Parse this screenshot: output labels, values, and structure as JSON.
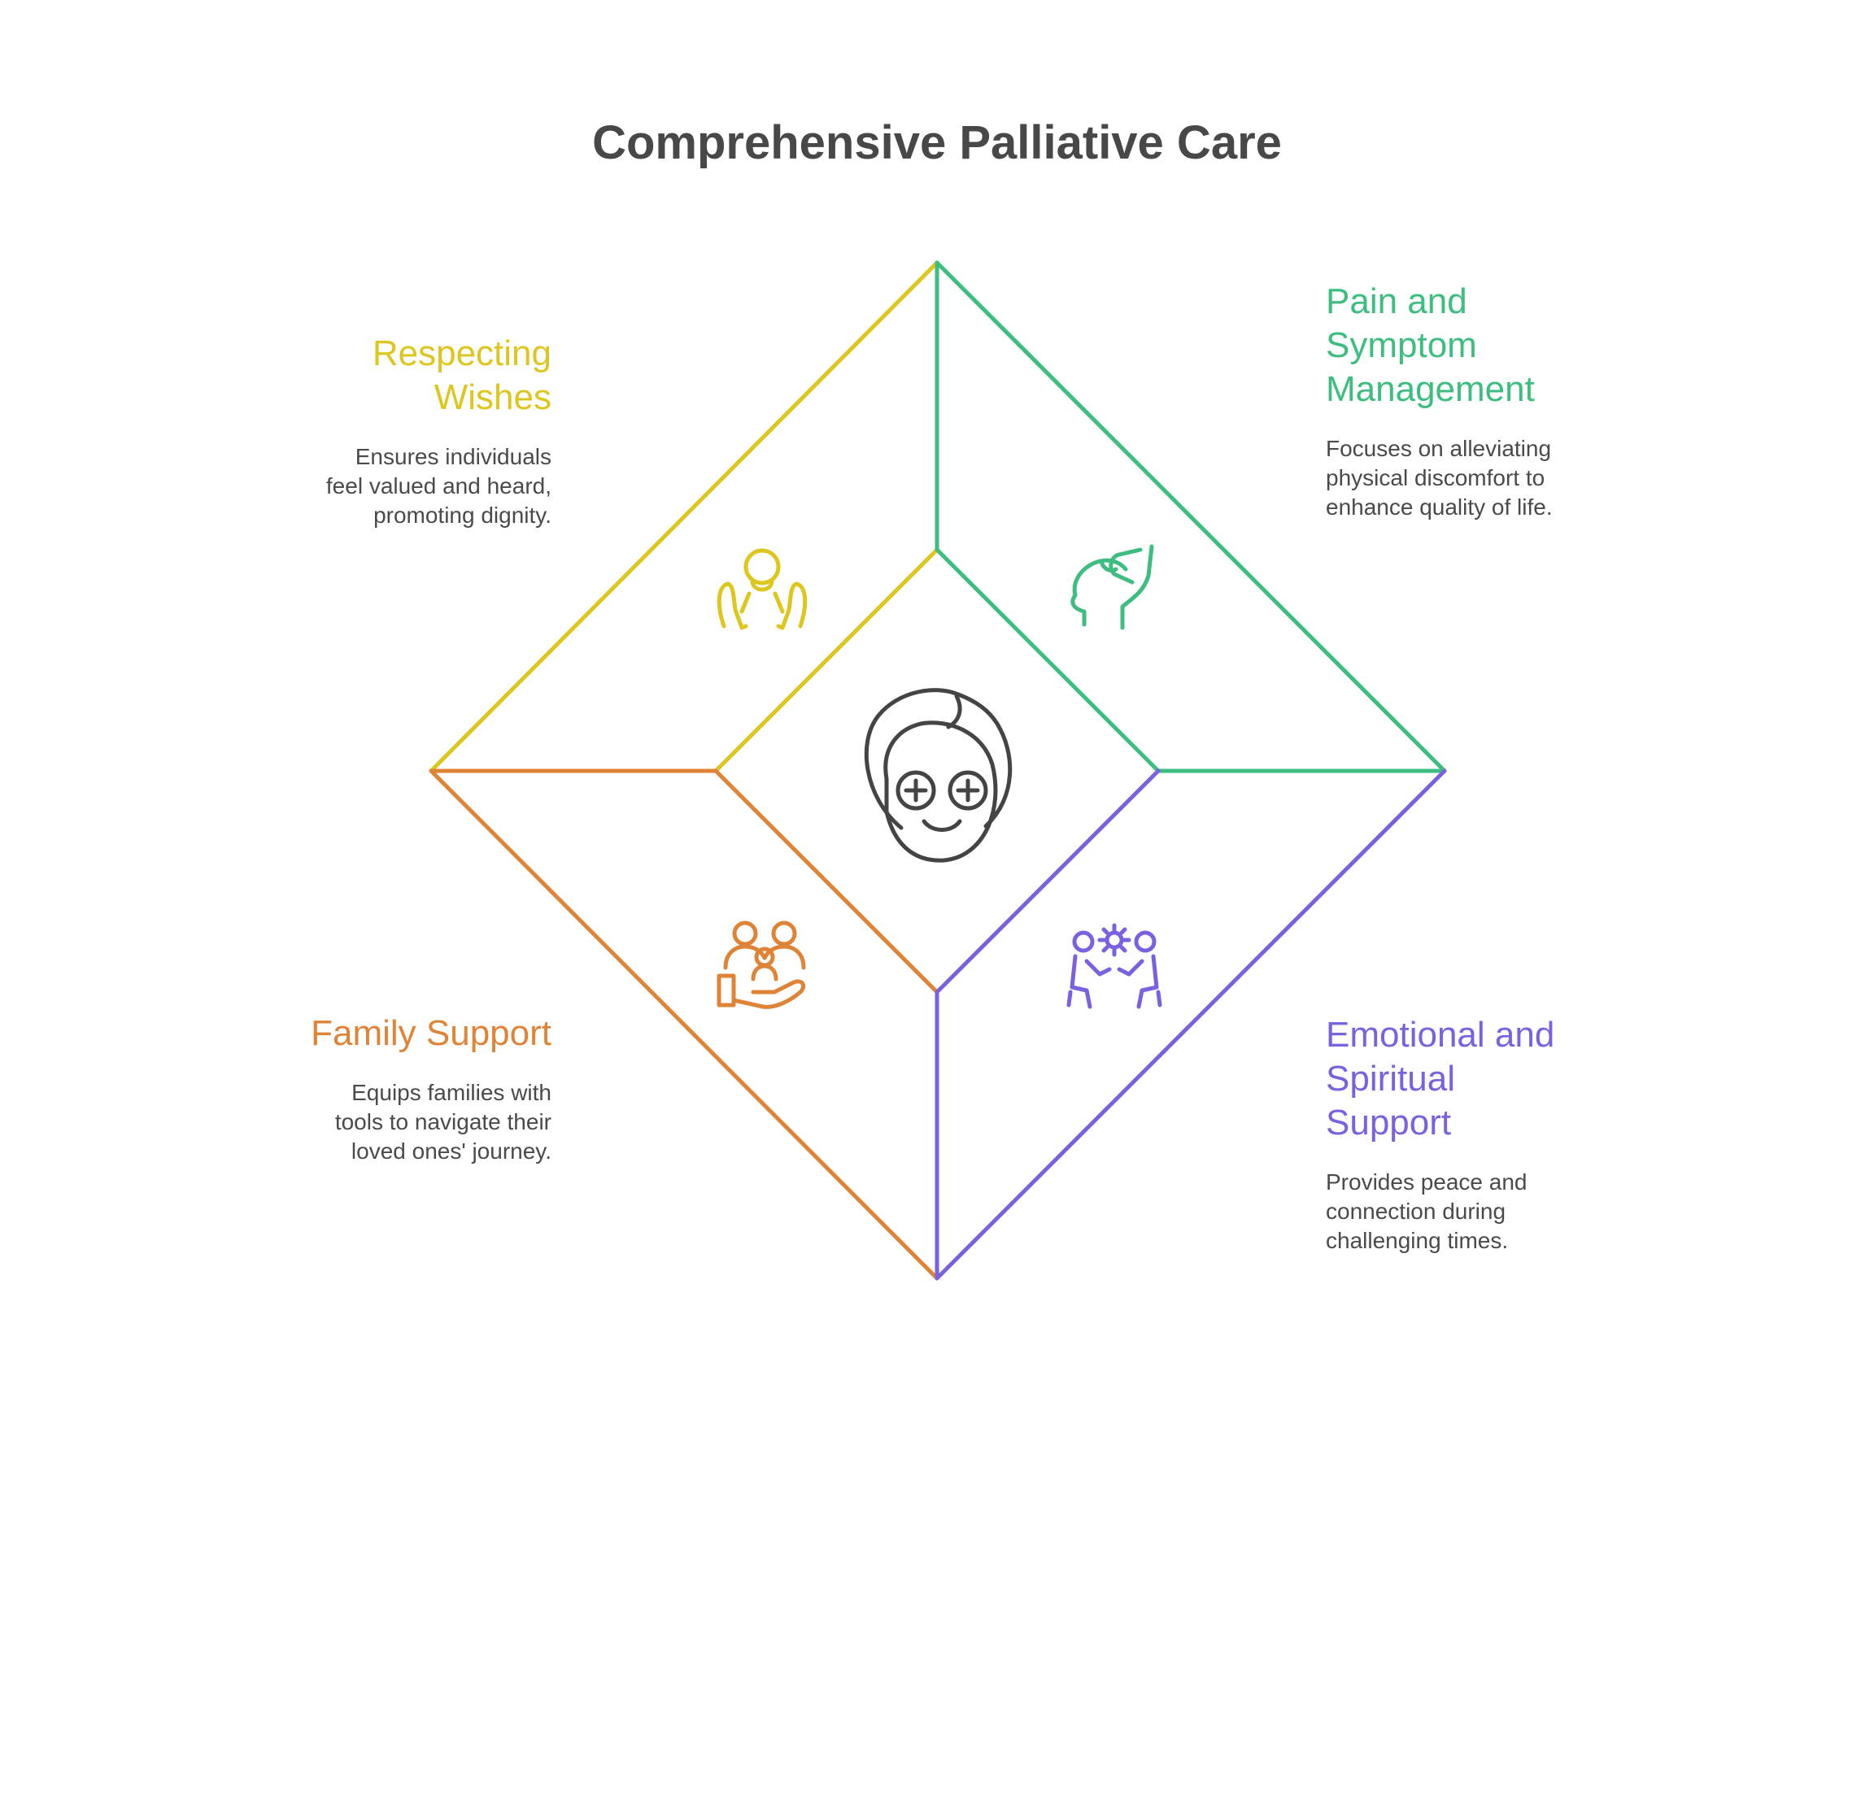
{
  "title": "Comprehensive Palliative Care",
  "colors": {
    "wishes": "#DDC61E",
    "pain": "#3DBE80",
    "emotional": "#7B61E0",
    "family": "#DF8437",
    "center": "#444444"
  },
  "center_icon": "smiling-face-icon",
  "sections": {
    "wishes": {
      "heading_lines": [
        "Respecting",
        "Wishes"
      ],
      "desc_lines": [
        "Ensures individuals",
        "feel valued and heard,",
        "promoting dignity."
      ],
      "icon": "person-raised-hands-icon"
    },
    "pain": {
      "heading_lines": [
        "Pain and",
        "Symptom",
        "Management"
      ],
      "desc_lines": [
        "Focuses on alleviating",
        "physical discomfort to",
        "enhance quality of life."
      ],
      "icon": "hand-on-head-icon"
    },
    "family": {
      "heading_lines": [
        "Family Support"
      ],
      "desc_lines": [
        "Equips families with",
        "tools to navigate their",
        "loved ones' journey."
      ],
      "icon": "family-in-hand-icon"
    },
    "emotional": {
      "heading_lines": [
        "Emotional and",
        "Spiritual",
        "Support"
      ],
      "desc_lines": [
        "Provides peace and",
        "connection during",
        "challenging times."
      ],
      "icon": "people-connection-icon"
    }
  }
}
